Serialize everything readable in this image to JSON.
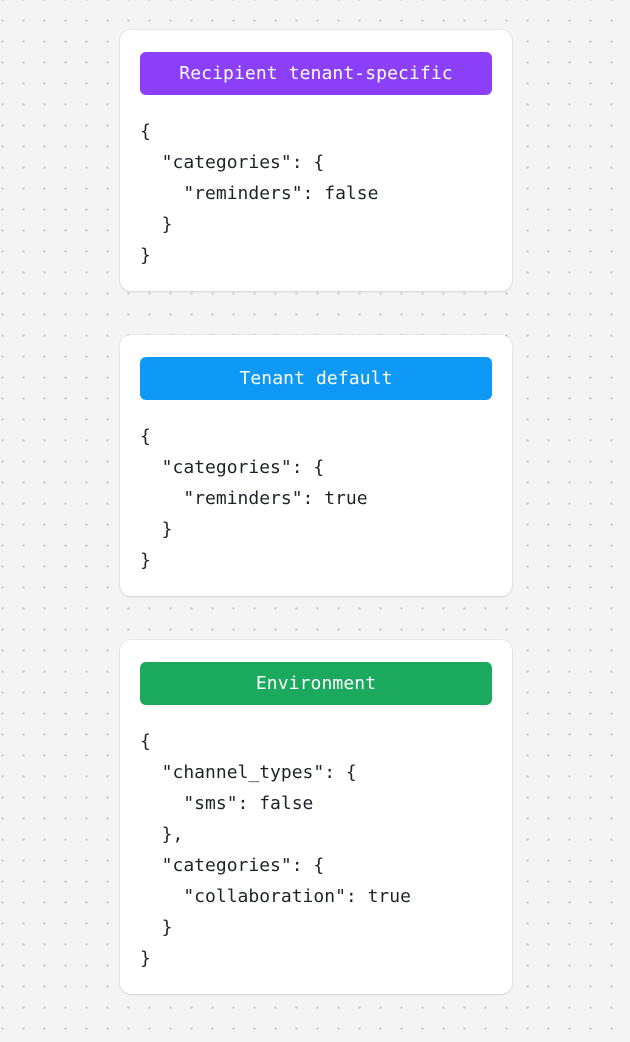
{
  "background": {
    "color": "#f4f4f4",
    "dot_color": "#c9c9c9",
    "pattern": "dot-grid"
  },
  "cards": [
    {
      "badge_label": "Recipient tenant-specific",
      "badge_color": "#8c3ff9",
      "code": "{\n  \"categories\": {\n    \"reminders\": false\n  }\n}"
    },
    {
      "badge_label": "Tenant default",
      "badge_color": "#0d99f5",
      "code": "{\n  \"categories\": {\n    \"reminders\": true\n  }\n}"
    },
    {
      "badge_label": "Environment",
      "badge_color": "#1aa95d",
      "code": "{\n  \"channel_types\": {\n    \"sms\": false\n  },\n  \"categories\": {\n    \"collaboration\": true\n  }\n}"
    }
  ]
}
